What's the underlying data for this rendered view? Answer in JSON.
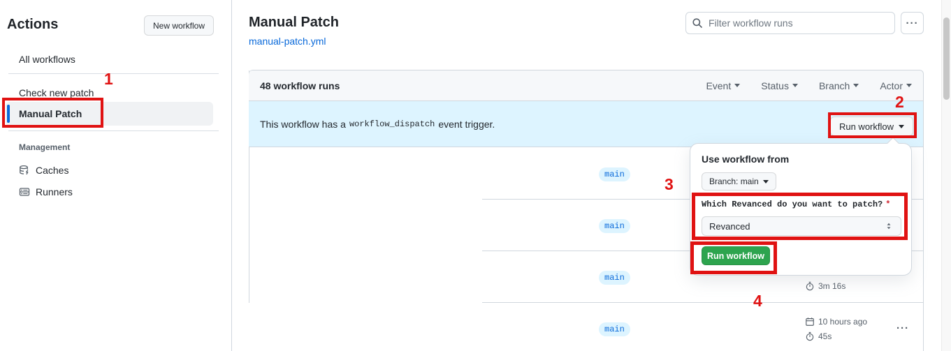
{
  "colors": {
    "accent_blue": "#0969da",
    "banner_bg": "#ddf4ff",
    "annotation_red": "#e01212",
    "run_button_green": "#2da44e",
    "tab_indicator_coral": "#fd8c73",
    "border": "#d0d7de"
  },
  "icons": {
    "kebab": "···"
  },
  "sidebar": {
    "title": "Actions",
    "new_workflow_label": "New workflow",
    "items": [
      {
        "label": "All workflows"
      },
      {
        "label": "Check new patch"
      },
      {
        "label": "Manual Patch",
        "selected": true
      }
    ],
    "management": {
      "label": "Management",
      "items": [
        {
          "label": "Caches",
          "icon": "cache-database-icon"
        },
        {
          "label": "Runners",
          "icon": "runner-server-icon"
        }
      ]
    }
  },
  "header": {
    "title": "Manual Patch",
    "file_link": "manual-patch.yml",
    "search_placeholder": "Filter workflow runs"
  },
  "runs_panel": {
    "count_label": "48 workflow runs",
    "filters": [
      {
        "label": "Event"
      },
      {
        "label": "Status"
      },
      {
        "label": "Branch"
      },
      {
        "label": "Actor"
      }
    ],
    "banner": {
      "text_before": "This workflow has a",
      "code": "workflow_dispatch",
      "text_after": "event trigger.",
      "run_workflow_label": "Run workflow"
    },
    "rows": [
      {
        "branch": "main"
      },
      {
        "branch": "main"
      },
      {
        "branch": "main",
        "duration": "3m 16s"
      },
      {
        "branch": "main",
        "date": "10 hours ago",
        "duration": "45s"
      }
    ]
  },
  "popup": {
    "title": "Use workflow from",
    "branch_button_label": "Branch: main",
    "input_label": "Which Revanced do you want to patch?",
    "required_marker": "*",
    "select_value": "Revanced",
    "run_button_label": "Run workflow"
  },
  "annotations": {
    "steps": [
      {
        "number": "1",
        "target": "Manual Patch sidebar item"
      },
      {
        "number": "2",
        "target": "Run workflow dropdown button"
      },
      {
        "number": "3",
        "target": "Which Revanced input section"
      },
      {
        "number": "4",
        "target": "Run workflow submit button"
      }
    ]
  }
}
